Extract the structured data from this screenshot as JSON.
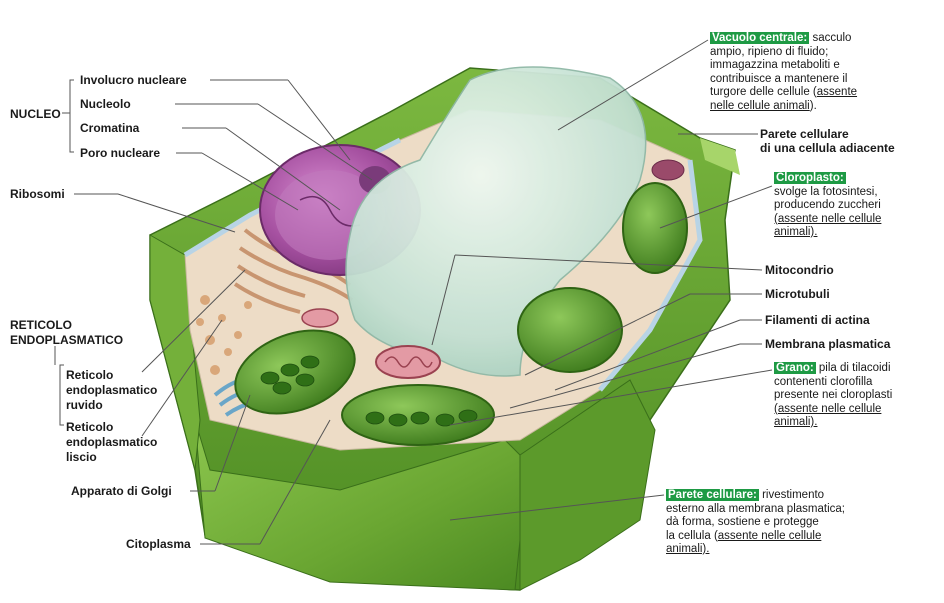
{
  "labels": {
    "nucleo": "NUCLEO",
    "involucro": "Involucro nucleare",
    "nucleolo": "Nucleolo",
    "cromatina": "Cromatina",
    "poro": "Poro nucleare",
    "ribosomi": "Ribosomi",
    "reticolo_l1": "RETICOLO",
    "reticolo_l2": "ENDOPLASMATICO",
    "ruvido_l1": "Reticolo",
    "ruvido_l2": "endoplasmatico",
    "ruvido_l3": "ruvido",
    "liscio_l1": "Reticolo",
    "liscio_l2": "endoplasmatico",
    "liscio_l3": "liscio",
    "golgi": "Apparato di Golgi",
    "citoplasma": "Citoplasma",
    "parete_adiacente_l1": "Parete cellulare",
    "parete_adiacente_l2": "di una cellula adiacente",
    "mitocondrio": "Mitocondrio",
    "microtubuli": "Microtubuli",
    "filamenti": "Filamenti di actina",
    "membrana": "Membrana plasmatica"
  },
  "descriptions": {
    "vacuolo": {
      "title": "Vacuolo centrale:",
      "l1": "sacculo",
      "l2": "ampio, ripieno di fluido;",
      "l3": "immagazzina metaboliti e",
      "l4": "contribuisce a mantenere il",
      "l5a": "turgore delle cellule (",
      "l5b": "assente",
      "l6a": "nelle cellule animali",
      "l6b": ")."
    },
    "cloroplasto": {
      "title": "Cloroplasto:",
      "l1": "svolge la fotosintesi,",
      "l2": "producendo zuccheri",
      "l3": "(assente nelle cellule",
      "l4": "animali)."
    },
    "grano": {
      "title": "Grano:",
      "l1": "pila di tilacoidi",
      "l2": "contenenti clorofilla",
      "l3": "presente nei cloroplasti",
      "l4": "(assente nelle cellule",
      "l5": "animali)."
    },
    "parete": {
      "title": "Parete cellulare:",
      "l1": "rivestimento",
      "l2": "esterno alla membrana plasmatica;",
      "l3": "dà forma, sostiene e protegge",
      "l4a": "la cellula (",
      "l4b": "assente nelle cellule",
      "l5": "animali)."
    }
  },
  "colors": {
    "wall": "#5f9e2c",
    "wall_dark": "#3f7a1c",
    "wall_light": "#9ccf5a",
    "cytoplasm": "#ecdcc6",
    "nucleus": "#a0509a",
    "vacuole": "#c9e3d8",
    "chloroplast": "#4f8f2a",
    "mitochondrion": "#c96e7a",
    "highlight_green": "#1e9a44"
  }
}
